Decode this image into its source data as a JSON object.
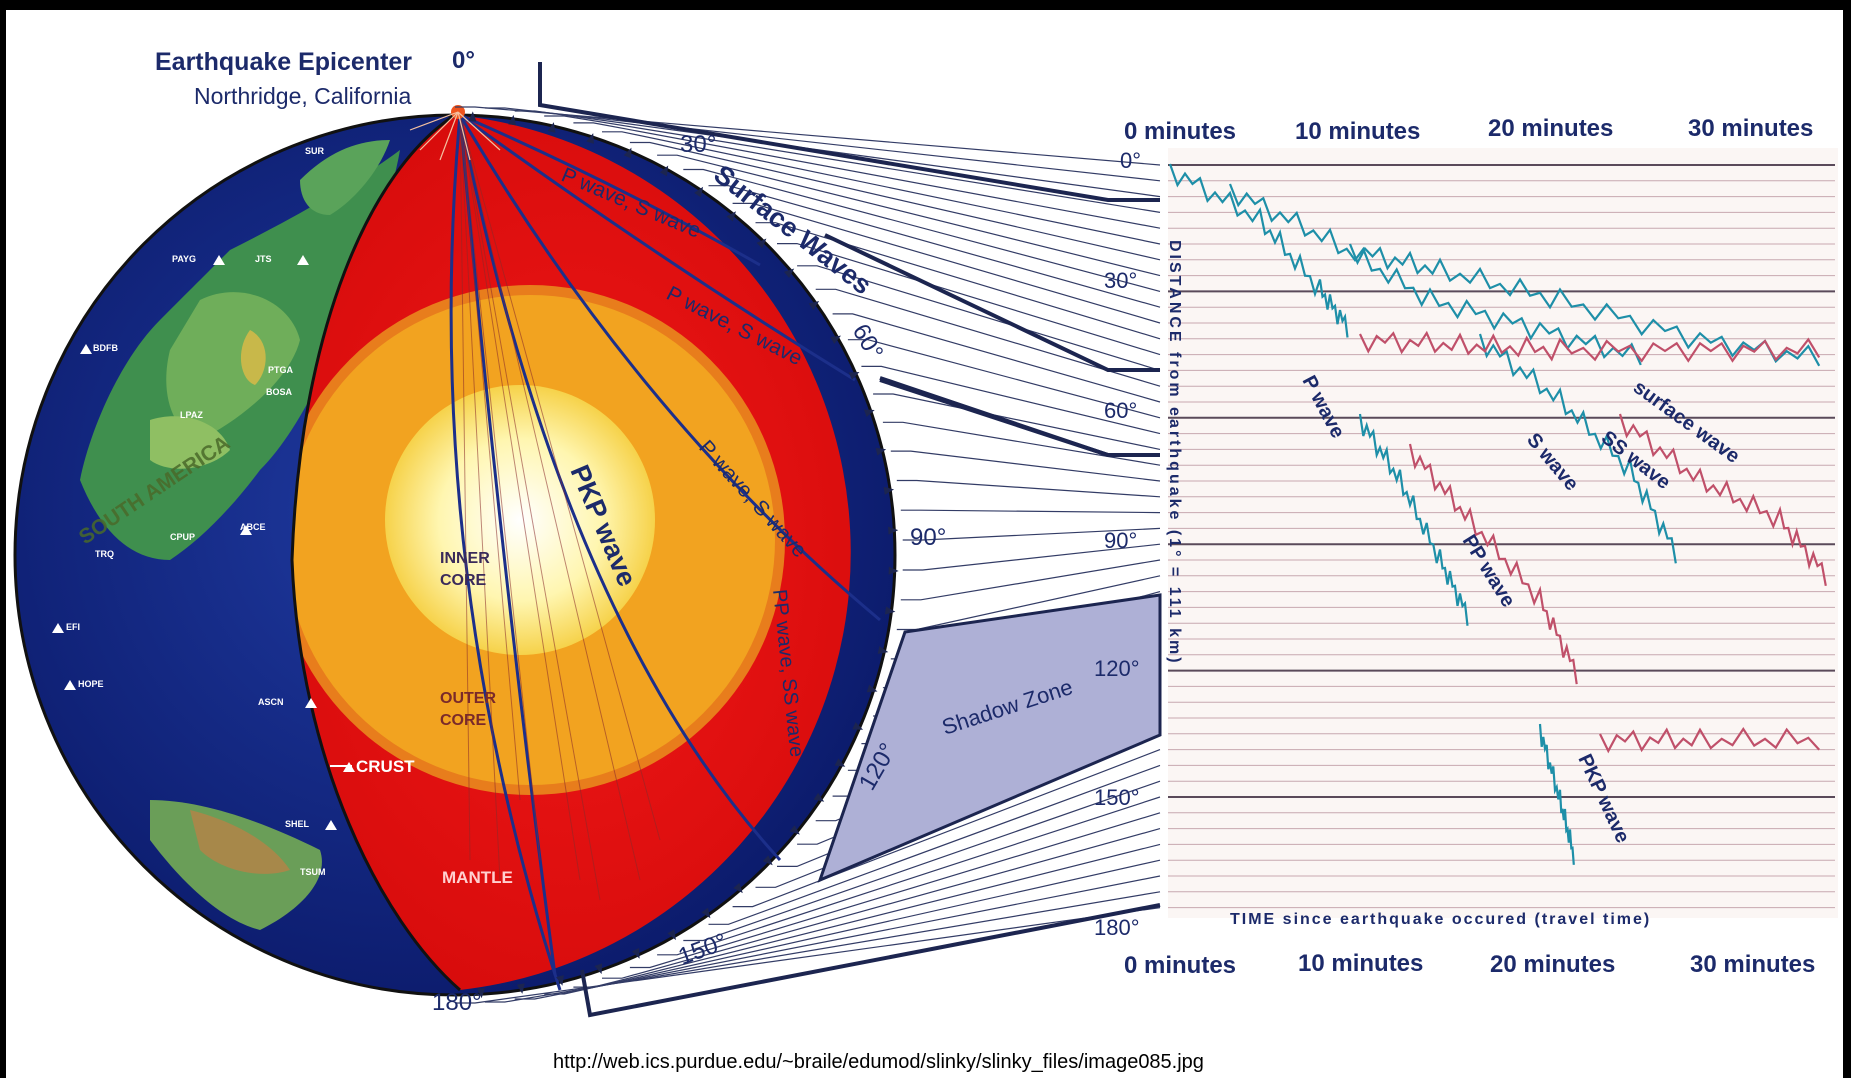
{
  "epicenter": {
    "title": "Earthquake Epicenter",
    "location": "Northridge, California"
  },
  "globe": {
    "continent_label": "SOUTH AMERICA",
    "layer_labels": {
      "inner_core_line1": "INNER",
      "inner_core_line2": "CORE",
      "outer_core_line1": "OUTER",
      "outer_core_line2": "CORE",
      "crust": "CRUST",
      "mantle": "MANTLE"
    },
    "stations": [
      "PAYG",
      "JTS",
      "BDFB",
      "PTGA",
      "BOSA",
      "LPAZ",
      "ABCE",
      "CPUP",
      "TRQ",
      "EFI",
      "HOPE",
      "ASCN",
      "SHEL",
      "SUR",
      "TSUM"
    ],
    "angle_labels": [
      "0°",
      "30°",
      "60°",
      "90°",
      "120°",
      "150°",
      "180°"
    ],
    "wave_labels": {
      "surface": "Surface Waves",
      "p_s_1": "P wave, S wave",
      "p_s_2": "P wave, S wave",
      "p_s_3": "P wave, S wave",
      "pkp": "PKP wave",
      "pp_ss": "PP wave, SS wave"
    },
    "shadow_zone": "Shadow Zone"
  },
  "seismogram": {
    "top_time_labels": [
      "0 minutes",
      "10 minutes",
      "20 minutes",
      "30 minutes"
    ],
    "bottom_time_labels": [
      "0 minutes",
      "10 minutes",
      "20 minutes",
      "30 minutes"
    ],
    "distance_labels": [
      "0°",
      "30°",
      "60°",
      "90°",
      "120°",
      "150°",
      "180°"
    ],
    "y_axis_title": "DISTANCE from earthquake (1° = 111 km)",
    "x_axis_title": "TIME since earthquake occured (travel time)",
    "phase_labels": {
      "p": "P wave",
      "pp": "PP wave",
      "s": "S wave",
      "ss": "SS wave",
      "surface": "surface wave",
      "pkp": "PKP wave"
    },
    "colors": {
      "teal": "#1e8fa8",
      "pink": "#c0506a",
      "trace": "#c8a8b0"
    }
  },
  "caption": "http://web.ics.purdue.edu/~braile/edumod/slinky/slinky_files/image085.jpg"
}
